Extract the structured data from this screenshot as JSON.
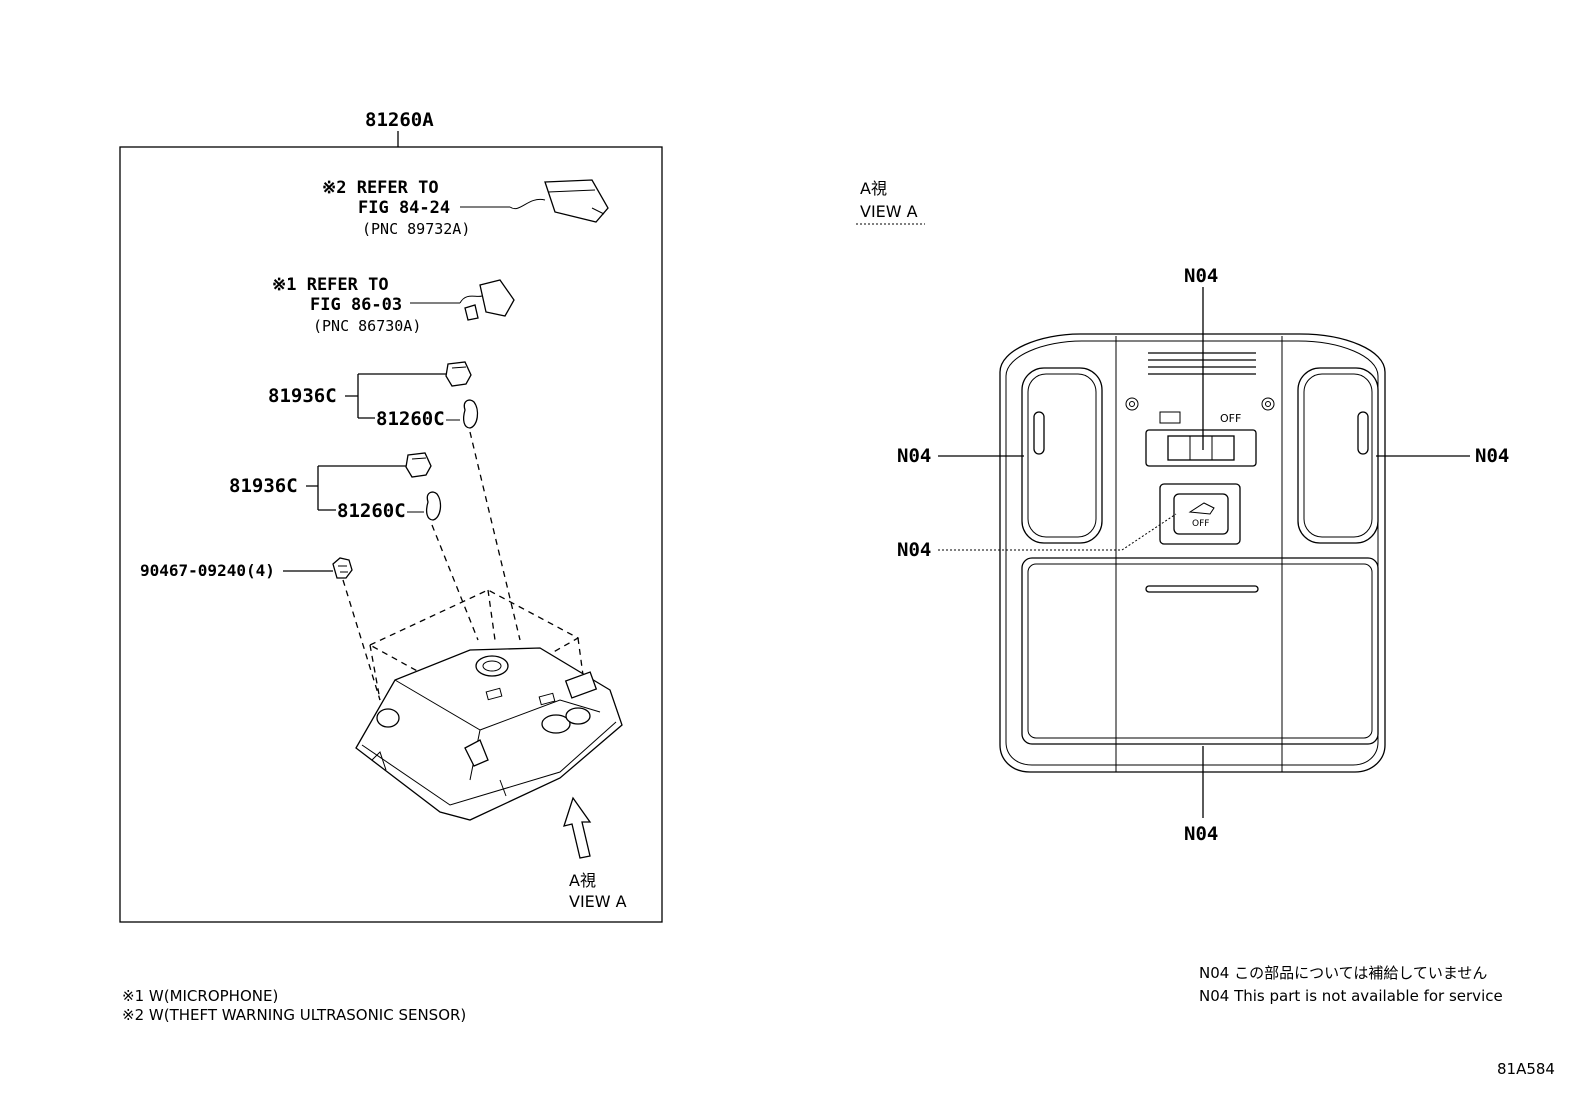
{
  "assembly_label": "81260A",
  "parts": {
    "ref2_line1": "※2 REFER TO",
    "ref2_line2": "FIG 84-24",
    "ref2_line3": "(PNC 89732A)",
    "ref1_line1": "※1 REFER TO",
    "ref1_line2": "FIG 86-03",
    "ref1_line3": "(PNC 86730A)",
    "p1_parent": "81936C",
    "p1_child": "81260C",
    "p2_parent": "81936C",
    "p2_child": "81260C",
    "screw": "90467-09240(4)"
  },
  "view_arrow": {
    "kanji": "A視",
    "label": "VIEW A"
  },
  "view_heading": {
    "kanji": "A視",
    "label": "VIEW A"
  },
  "console": {
    "callout_top": "N04",
    "callout_left": "N04",
    "callout_right": "N04",
    "callout_center": "N04",
    "callout_bottom": "N04",
    "switch_off": "OFF",
    "button_off": "OFF"
  },
  "footnotes": {
    "note1": "※1 W(MICROPHONE)",
    "note2": "※2 W(THEFT WARNING ULTRASONIC SENSOR)"
  },
  "availability": {
    "jp": "N04 この部品については補給していません",
    "en": "N04 This part is not available for service"
  },
  "figure_code": "81A584"
}
